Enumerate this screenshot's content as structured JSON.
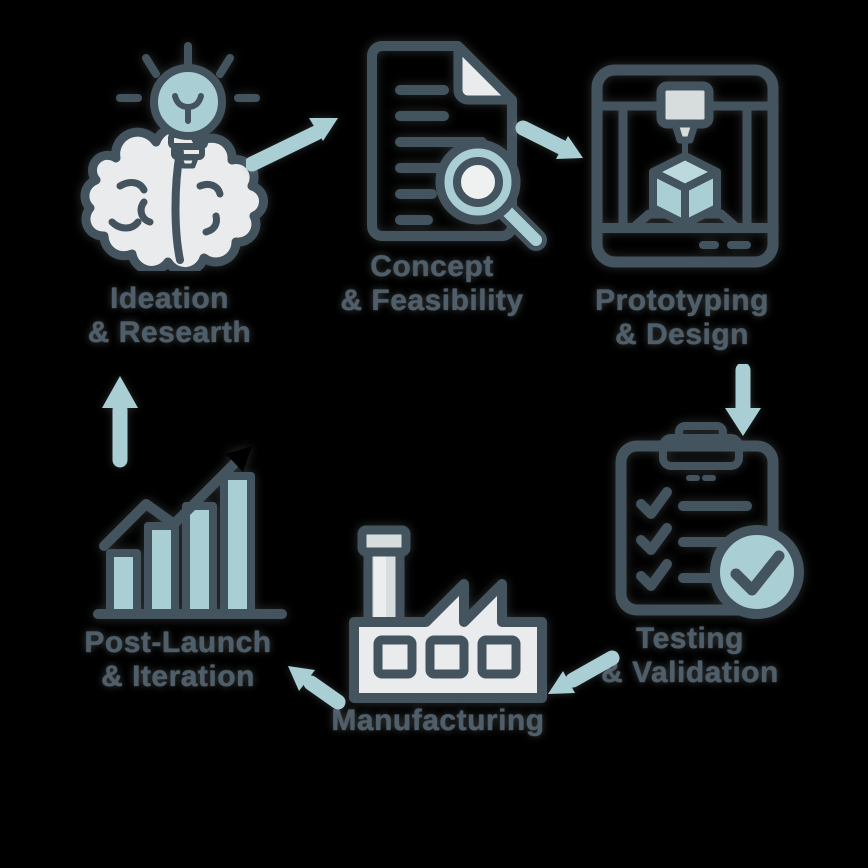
{
  "background": "#000000",
  "colors": {
    "outline": "#44545f",
    "fill_light": "#e9ebec",
    "fill_gray": "#d7dcdd",
    "teal": "#a9ced4",
    "teal_light": "#bcd9dd",
    "label_text": "#4e5e6a",
    "arrow": "#a9ced4"
  },
  "stages": [
    {
      "id": "ideation",
      "icon": "brain-lightbulb-icon",
      "label_lines": [
        "Ideation",
        "& Researth"
      ]
    },
    {
      "id": "concept-feasibility",
      "icon": "document-magnifier-icon",
      "label_lines": [
        "Concept",
        "& Feasibility"
      ]
    },
    {
      "id": "prototyping-design",
      "icon": "3d-printer-icon",
      "label_lines": [
        "Prototyping",
        "& Design"
      ]
    },
    {
      "id": "testing-validation",
      "icon": "clipboard-checklist-icon",
      "label_lines": [
        "Testing",
        "& Validation"
      ]
    },
    {
      "id": "manufacturing",
      "icon": "factory-icon",
      "label_lines": [
        "Manufacturing"
      ]
    },
    {
      "id": "post-launch-iteration",
      "icon": "bar-chart-growth-icon",
      "label_lines": [
        "Post-Launch",
        "& Iteration"
      ]
    }
  ],
  "arrows": [
    {
      "from": "ideation",
      "to": "concept-feasibility",
      "direction": "up-right"
    },
    {
      "from": "concept-feasibility",
      "to": "prototyping-design",
      "direction": "down-right"
    },
    {
      "from": "prototyping-design",
      "to": "testing-validation",
      "direction": "down"
    },
    {
      "from": "testing-validation",
      "to": "manufacturing",
      "direction": "down-left"
    },
    {
      "from": "manufacturing",
      "to": "post-launch-iteration",
      "direction": "up-left"
    },
    {
      "from": "post-launch-iteration",
      "to": "ideation",
      "direction": "up"
    }
  ]
}
